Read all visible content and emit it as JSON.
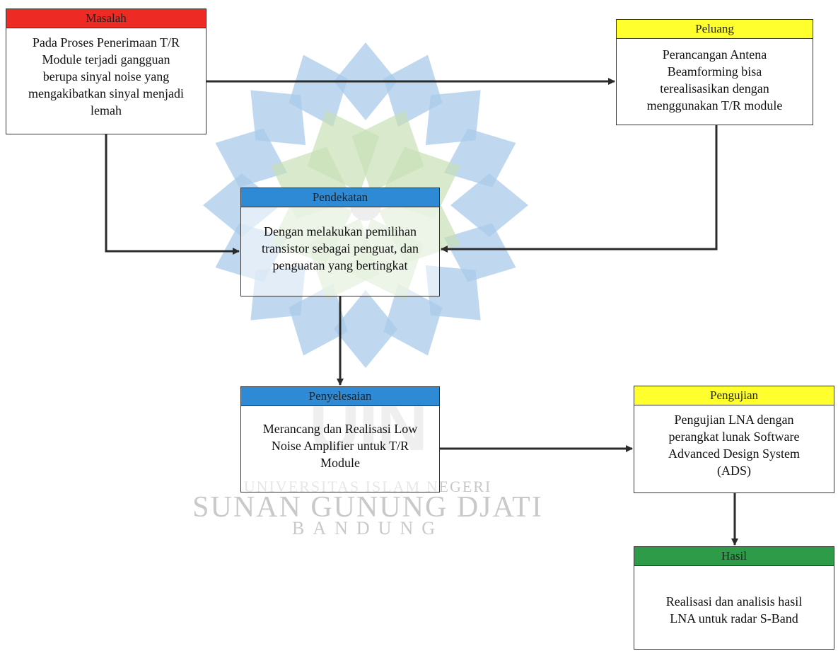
{
  "colors": {
    "red_header": "#ee2a24",
    "yellow_header": "#ffff2e",
    "blue_header": "#2f8ad6",
    "green_header": "#2e9b48",
    "arrow": "#2b2b2b",
    "watermark_blue": "#a9cbe9",
    "watermark_green": "#c8e0b6"
  },
  "watermark": {
    "logo": "uin-star-logo",
    "uin": "UIN",
    "line1": "UNIVERSITAS ISLAM NEGERI",
    "line2": "SUNAN GUNUNG DJATI",
    "line3": "BANDUNG"
  },
  "boxes": {
    "masalah": {
      "title": "Masalah",
      "lines": [
        "Pada Proses Penerimaan T/R",
        "Module terjadi gangguan",
        "berupa sinyal noise yang",
        "mengakibatkan sinyal menjadi",
        "lemah"
      ]
    },
    "peluang": {
      "title": "Peluang",
      "lines": [
        "Perancangan Antena",
        "Beamforming bisa",
        "terealisasikan dengan",
        "menggunakan T/R module"
      ]
    },
    "pendekatan": {
      "title": "Pendekatan",
      "lines": [
        "Dengan melakukan pemilihan",
        "transistor sebagai penguat, dan",
        "penguatan yang bertingkat"
      ]
    },
    "penyelesaian": {
      "title": "Penyelesaian",
      "lines": [
        "Merancang dan Realisasi Low",
        "Noise Amplifier untuk T/R",
        "Module"
      ]
    },
    "pengujian": {
      "title": "Pengujian",
      "lines": [
        "Pengujian LNA dengan",
        "perangkat lunak Software",
        "Advanced Design System",
        "(ADS)"
      ]
    },
    "hasil": {
      "title": "Hasil",
      "lines": [
        "Realisasi dan analisis hasil",
        "LNA untuk radar S-Band"
      ]
    }
  }
}
